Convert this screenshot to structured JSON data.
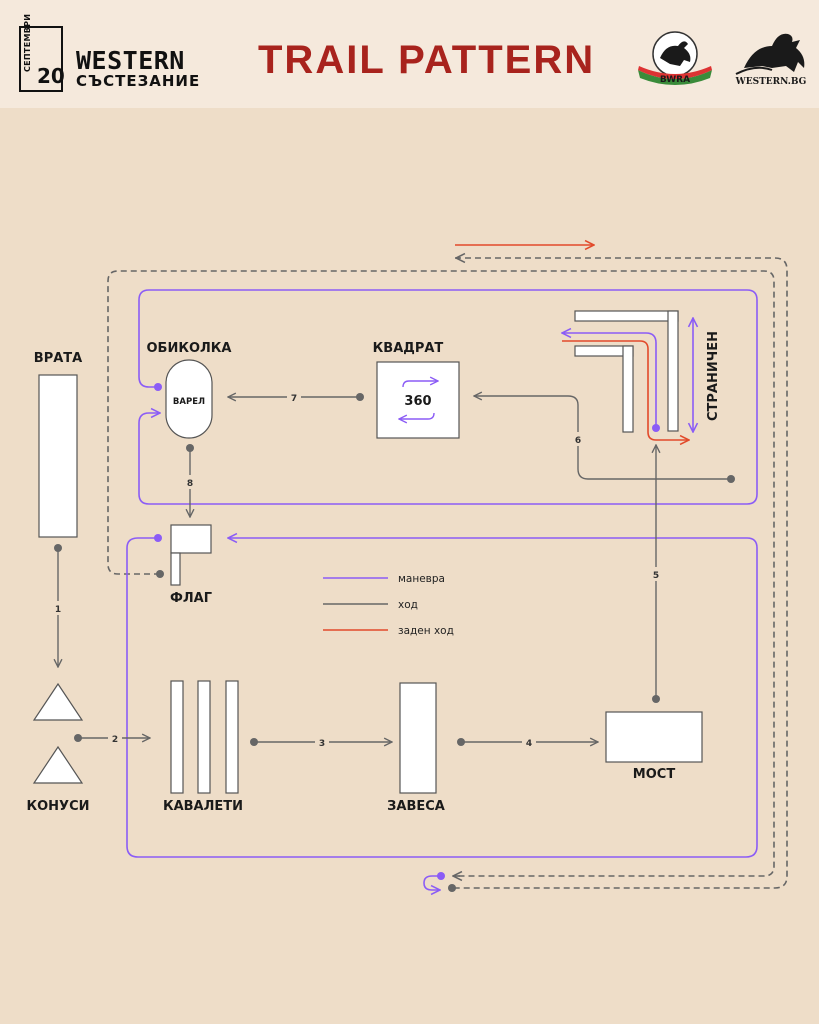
{
  "header": {
    "date_month": "СЕПТЕМВРИ",
    "date_day": "20",
    "brand_line1": "WESTERN",
    "brand_line2": "СЪСТЕЗАНИЕ",
    "title": "TRAIL PATTERN",
    "logo1_text": "BWRA",
    "logo2_text": "WESTERN.BG"
  },
  "labels": {
    "gate": "ВРАТА",
    "cones": "КОНУСИ",
    "barrel_circle": "ОБИКОЛКА",
    "barrel": "ВАРЕЛ",
    "square": "КВАДРАТ",
    "square_turn": "360",
    "sidepass": "СТРАНИЧЕН",
    "flag": "ФЛАГ",
    "cavaletti": "КАВАЛЕТИ",
    "curtain": "ЗАВЕСА",
    "bridge": "МОСТ"
  },
  "steps": [
    "1",
    "2",
    "3",
    "4",
    "5",
    "6",
    "7",
    "8"
  ],
  "legend": {
    "maneuver": "маневра",
    "walk": "ход",
    "backup": "заден ход"
  },
  "colors": {
    "maneuver": "#8b5cf6",
    "walk": "#666666",
    "backup": "#e24a2b",
    "title": "#a8231d",
    "background": "#eeddc8"
  }
}
